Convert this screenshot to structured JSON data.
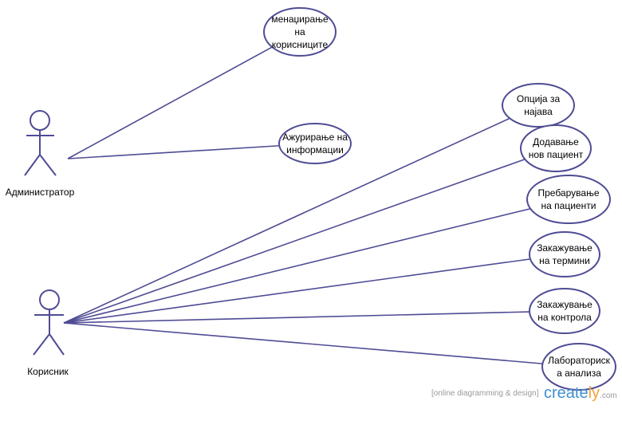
{
  "actors": [
    {
      "id": "admin",
      "label": "Администратор"
    },
    {
      "id": "user",
      "label": "Корисник"
    }
  ],
  "use_cases": [
    {
      "id": "uc1",
      "lines": [
        "менаџирање",
        "на",
        "корисниците"
      ]
    },
    {
      "id": "uc2",
      "lines": [
        "Ажурирање на",
        "информации"
      ]
    },
    {
      "id": "uc3",
      "lines": [
        "Опција за",
        "најава"
      ]
    },
    {
      "id": "uc4",
      "lines": [
        "Додавање",
        "нов пациент"
      ]
    },
    {
      "id": "uc5",
      "lines": [
        "Пребарување",
        "на пациенти"
      ]
    },
    {
      "id": "uc6",
      "lines": [
        "Закажување",
        "на термини"
      ]
    },
    {
      "id": "uc7",
      "lines": [
        "Закажување",
        "на контрола"
      ]
    },
    {
      "id": "uc8",
      "lines": [
        "Лабораториск",
        "а анализа"
      ]
    }
  ],
  "associations": [
    [
      "admin",
      "uc1"
    ],
    [
      "admin",
      "uc2"
    ],
    [
      "user",
      "uc3"
    ],
    [
      "user",
      "uc4"
    ],
    [
      "user",
      "uc5"
    ],
    [
      "user",
      "uc6"
    ],
    [
      "user",
      "uc7"
    ],
    [
      "user",
      "uc8"
    ]
  ],
  "watermark": {
    "tagline": "[online diagramming & design]",
    "brand_a": "creat",
    "brand_b": "ly",
    "brand_c": ".com",
    "brand_mid": "e"
  },
  "colors": {
    "stroke": "#4f4c94",
    "brand_blue": "#3f8fcf",
    "brand_orange": "#f2a33a"
  }
}
